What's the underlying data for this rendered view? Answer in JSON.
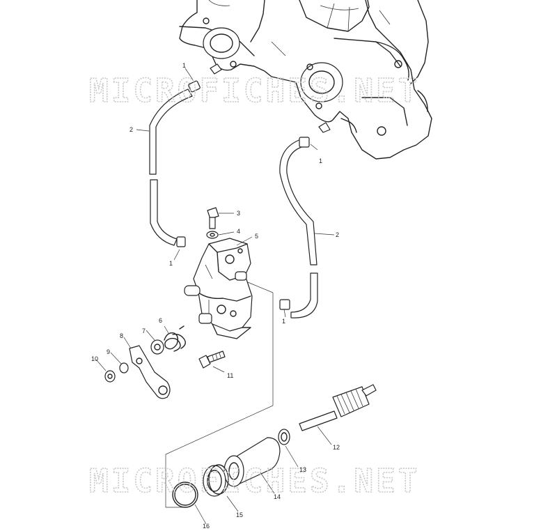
{
  "watermark": {
    "text_top": "MICROFICHES.NET",
    "text_bottom": "MICROFICHES.NET"
  },
  "callouts": [
    {
      "id": "c1a",
      "label": "1"
    },
    {
      "id": "c1b",
      "label": "1"
    },
    {
      "id": "c1c",
      "label": "1"
    },
    {
      "id": "c1d",
      "label": "1"
    },
    {
      "id": "c2a",
      "label": "2"
    },
    {
      "id": "c2b",
      "label": "2"
    },
    {
      "id": "c3",
      "label": "3"
    },
    {
      "id": "c4",
      "label": "4"
    },
    {
      "id": "c5",
      "label": "5"
    },
    {
      "id": "c6",
      "label": "6"
    },
    {
      "id": "c7",
      "label": "7"
    },
    {
      "id": "c8",
      "label": "8"
    },
    {
      "id": "c9",
      "label": "9"
    },
    {
      "id": "c10",
      "label": "10"
    },
    {
      "id": "c11",
      "label": "11"
    },
    {
      "id": "c12",
      "label": "12"
    },
    {
      "id": "c13",
      "label": "13"
    },
    {
      "id": "c14",
      "label": "14"
    },
    {
      "id": "c15",
      "label": "15"
    },
    {
      "id": "c16",
      "label": "16"
    }
  ]
}
